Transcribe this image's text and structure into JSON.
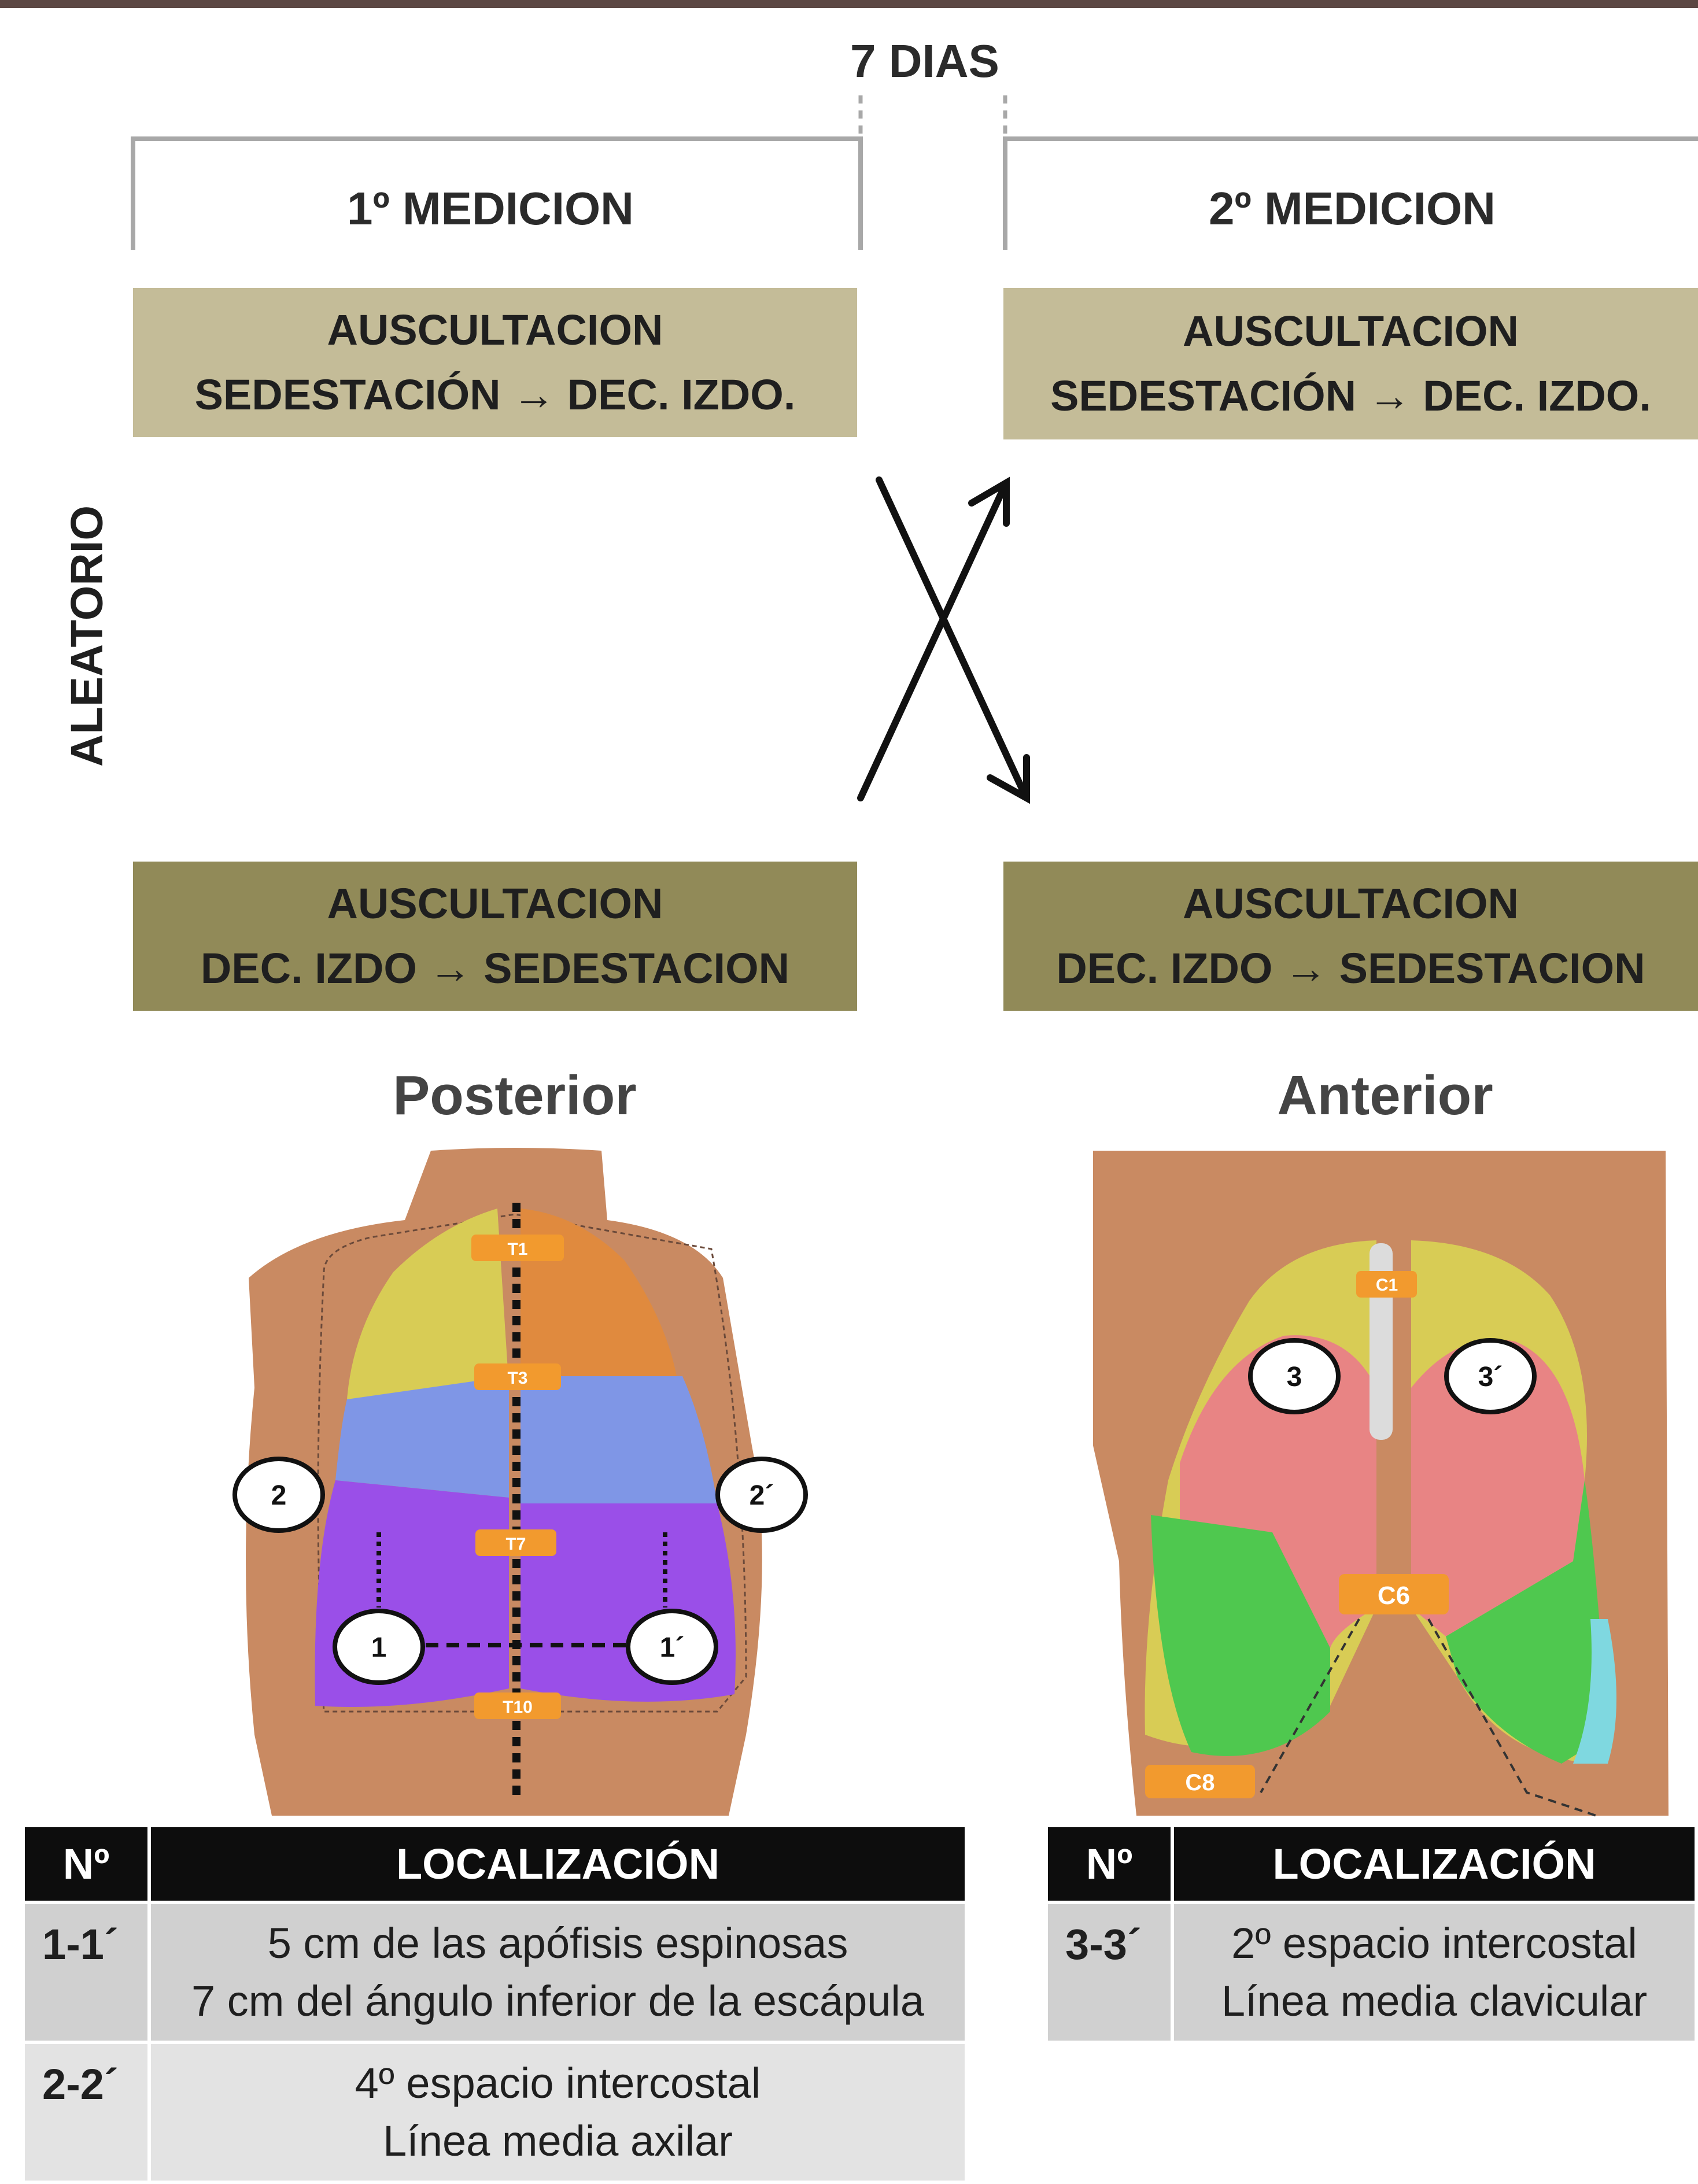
{
  "timeline": {
    "interval": "7 DIAS"
  },
  "first": {
    "title": "1º MEDICION",
    "top_box": {
      "line1": "AUSCULTACION",
      "line2": "SEDESTACIÓN → DEC. IZDO."
    },
    "bottom_box": {
      "line1": "AUSCULTACION",
      "line2": "DEC. IZDO → SEDESTACION"
    }
  },
  "second": {
    "title": "2º MEDICION",
    "top_box": {
      "line1": "AUSCULTACION",
      "line2": "SEDESTACIÓN → DEC. IZDO."
    },
    "bottom_box": {
      "line1": "AUSCULTACION",
      "line2": "DEC. IZDO → SEDESTACION"
    }
  },
  "side_label": "ALEATORIO",
  "posterior": {
    "title": "Posterior",
    "vertebra_labels": [
      "T1",
      "T3",
      "T7",
      "T10"
    ],
    "points": [
      "1",
      "1´",
      "2",
      "2´"
    ]
  },
  "anterior": {
    "title": "Anterior",
    "labels": [
      "C1",
      "C6",
      "C8"
    ],
    "points": [
      "3",
      "3´"
    ]
  },
  "table_posterior": {
    "headers": [
      "Nº",
      "LOCALIZACIÓN"
    ],
    "rows": [
      {
        "num": "1-1´",
        "line1": "5 cm de las apófisis espinosas",
        "line2": "7 cm del ángulo inferior de la escápula"
      },
      {
        "num": "2-2´",
        "line1": "4º espacio intercostal",
        "line2": "Línea media axilar"
      }
    ]
  },
  "table_anterior": {
    "headers": [
      "Nº",
      "LOCALIZACIÓN"
    ],
    "rows": [
      {
        "num": "3-3´",
        "line1": "2º espacio intercostal",
        "line2": "Línea media clavicular"
      }
    ]
  },
  "colors": {
    "box_light": "#c4bc98",
    "box_dark": "#918a58",
    "table_header": "#0d0d0d",
    "skin": "#c98a62",
    "lung_yellow": "#d8cc55",
    "lung_orange": "#e08a3e",
    "lung_blue": "#7f96e6",
    "lung_purple": "#9a4fe8",
    "lung_pink": "#e88484",
    "lung_green": "#4fc84f",
    "lung_cyan": "#7fd8e0",
    "label_tag": "#f29a2e"
  }
}
